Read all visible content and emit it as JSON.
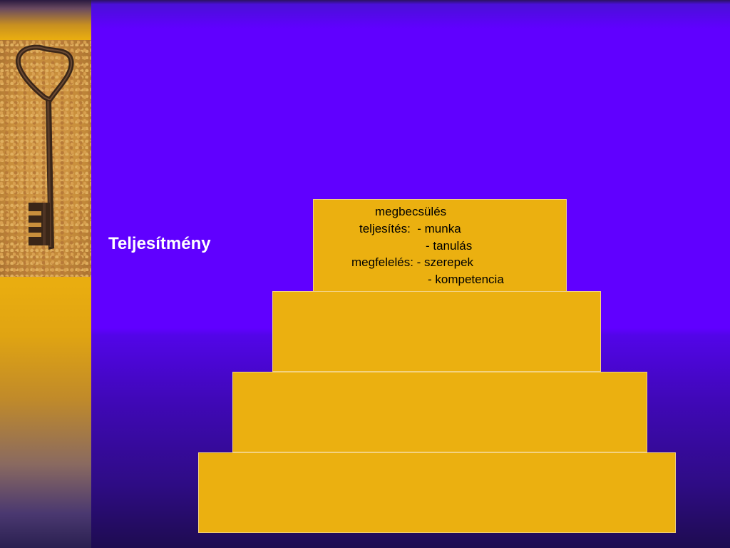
{
  "slide": {
    "title": "Teljesítmény",
    "pyramid": {
      "top_lines": [
        "megbecsülés",
        "teljesítés:  - munka",
        "- tanulás",
        "megfelelés: - szerepek",
        "- kompetencia"
      ]
    },
    "image": {
      "icon": "key-icon"
    },
    "colors": {
      "background": "#6000ff",
      "tier": "#ebb010",
      "sidebar": "#e9ad10",
      "title_text": "#ffffff"
    }
  }
}
